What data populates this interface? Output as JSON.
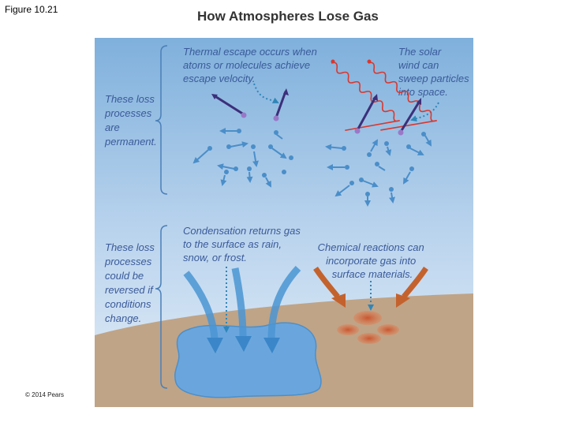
{
  "figure_label": "Figure 10.21",
  "title": "How Atmospheres Lose Gas",
  "copyright": "© 2014 Pears",
  "left_labels": {
    "permanent": [
      "These loss",
      "processes",
      "are",
      "permanent."
    ],
    "reversible": [
      "These loss",
      "processes",
      "could be",
      "reversed if",
      "conditions",
      "change."
    ]
  },
  "annotations": {
    "thermal": [
      "Thermal escape occurs when",
      "atoms or molecules achieve",
      "escape velocity."
    ],
    "solar": [
      "The solar",
      "wind can",
      "sweep particles",
      "into space."
    ],
    "condensation": [
      "Condensation returns gas",
      "to the surface as rain,",
      "snow, or frost."
    ],
    "chemical": [
      "Chemical reactions can",
      "incorporate gas into",
      "surface materials."
    ]
  },
  "colors": {
    "sky_top": "#7fb0dc",
    "sky_bottom": "#dde9f5",
    "ground": "#bfa487",
    "water": "#6aa6dd",
    "molecule": "#4a8ec9",
    "escape_arrow": "#3c2f7a",
    "solar_wind": "#d9372e",
    "chemical_arrow": "#c4622d",
    "annotation_text": "#3a5a9a"
  }
}
